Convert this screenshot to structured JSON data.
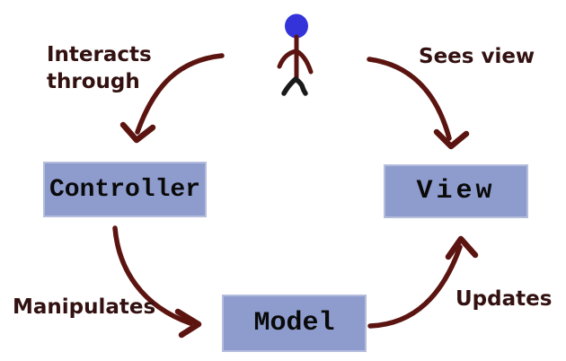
{
  "colors": {
    "background": "#ffffff",
    "box_fill": "#8e9ccd",
    "box_border": "#b5bddd",
    "box_text": "#0a0a0a",
    "arrow": "#5b1410",
    "label_text": "#331111",
    "figure_body": "#5b1410",
    "figure_head": "#3333d9",
    "figure_legs": "#1a1a1a"
  },
  "diagram": {
    "type": "mvc-architecture-diagram",
    "person_icon": "stick-figure-user-icon",
    "nodes": {
      "controller": "Controller",
      "view": "View",
      "model": "Model"
    },
    "edge_labels": {
      "interacts_line1": "Interacts",
      "interacts_line2": "through",
      "sees_view": "Sees view",
      "manipulates": "Manipulates",
      "updates": "Updates"
    },
    "edges": [
      {
        "from": "user",
        "to": "controller",
        "label": "Interacts through"
      },
      {
        "from": "user",
        "to": "view",
        "label": "Sees view"
      },
      {
        "from": "controller",
        "to": "model",
        "label": "Manipulates"
      },
      {
        "from": "model",
        "to": "view",
        "label": "Updates"
      }
    ]
  }
}
